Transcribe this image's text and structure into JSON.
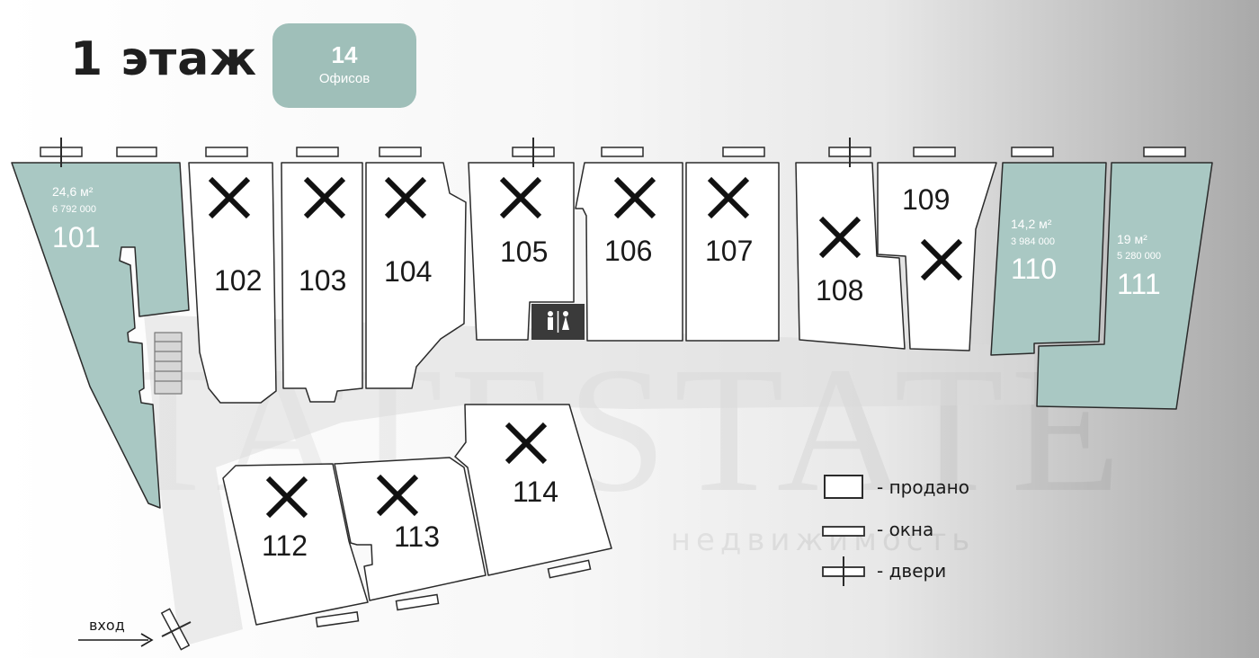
{
  "floor": {
    "title": "1 этаж",
    "count": "14",
    "count_label": "Офисов"
  },
  "watermark": {
    "brand": "TATESTATE",
    "sub": "недвижимость"
  },
  "rooms": [
    {
      "id": "101",
      "status": "available",
      "area": "24,6 м²",
      "price": "6 792 000"
    },
    {
      "id": "102",
      "status": "sold"
    },
    {
      "id": "103",
      "status": "sold"
    },
    {
      "id": "104",
      "status": "sold"
    },
    {
      "id": "105",
      "status": "sold"
    },
    {
      "id": "106",
      "status": "sold"
    },
    {
      "id": "107",
      "status": "sold"
    },
    {
      "id": "108",
      "status": "sold"
    },
    {
      "id": "109",
      "status": "sold"
    },
    {
      "id": "110",
      "status": "available",
      "area": "14,2 м²",
      "price": "3 984 000"
    },
    {
      "id": "111",
      "status": "available",
      "area": "19 м²",
      "price": "5 280 000"
    },
    {
      "id": "112",
      "status": "sold"
    },
    {
      "id": "113",
      "status": "sold"
    },
    {
      "id": "114",
      "status": "sold"
    }
  ],
  "legend": {
    "sold": "- продано",
    "windows": "- окна",
    "doors": "- двери"
  },
  "entrance": {
    "label": "вход"
  },
  "colors": {
    "available": "#a9c8c3",
    "sold_fill": "#ffffff",
    "outline": "#2b2b2b",
    "badge": "#9fbfb9",
    "wc": "#3a3a3a"
  },
  "icons": {
    "sold_mark": "x-icon",
    "wc": "restroom-icon",
    "entrance": "arrow-right-icon"
  }
}
